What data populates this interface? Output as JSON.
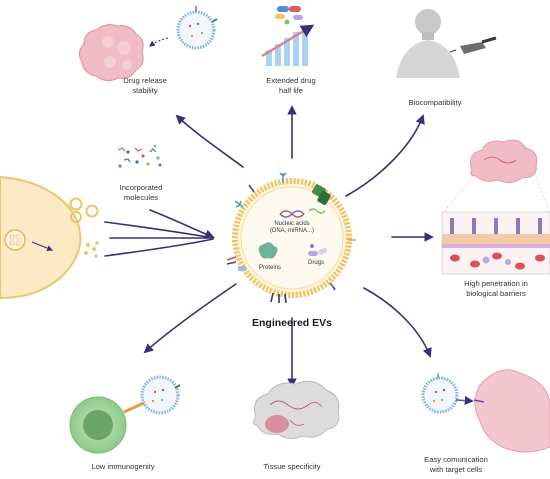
{
  "center": {
    "title": "Engineered EVs",
    "cargo": [
      "Nucleic acids",
      "(DNA, miRNA...)"
    ],
    "proteins": "Proteins",
    "drugs": "Drugs"
  },
  "benefits": {
    "drug_release": [
      "Drug release",
      "stability"
    ],
    "half_life": [
      "Extended drug",
      "half life"
    ],
    "biocompatibility": "Biocompatibility",
    "penetration": [
      "High penetration in",
      "biological barriers"
    ],
    "communication": [
      "Easy comunication",
      "with target cells"
    ],
    "tissue": "Tissue specificity",
    "immunogenity": "Low immunogenity"
  },
  "inputs": {
    "molecules": [
      "Incorporated",
      "molecules"
    ]
  },
  "colors": {
    "arrow": "#3c2d7a",
    "ev_membrane": "#f4c25a",
    "cell": "#fbeac5",
    "tumor": "#f1bcc7",
    "brain": "#dcdcdc",
    "macrophage": "#9fd19c"
  }
}
